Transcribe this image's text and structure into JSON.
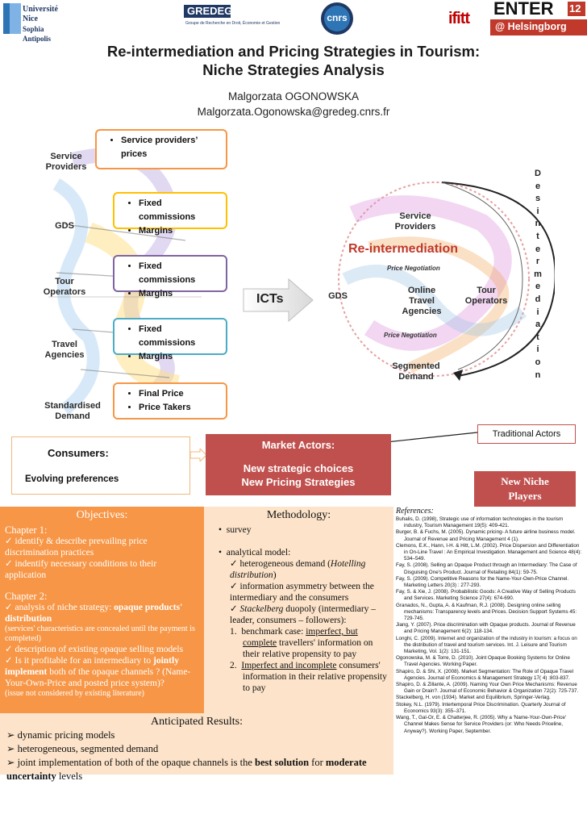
{
  "logos": {
    "unice": [
      "Université",
      "Nice",
      "Sophia Antipolis"
    ],
    "gredeg_name": "GREDEG",
    "gredeg_sub": "Groupe de Recherche en Droit, Économie et Gestion",
    "cnrs": "cnrs",
    "ifitt": "ifitt",
    "enter_word": "ENTER",
    "enter_num": "12",
    "enter_place": "@ Helsingborg"
  },
  "header": {
    "title_line1": "Re-intermediation and Pricing Strategies in Tourism:",
    "title_line2": "Niche Strategies Analysis",
    "author": "Malgorzata OGONOWSKA",
    "email": "Malgorzata.Ogonowska@gredeg.cnrs.fr"
  },
  "left_diagram": {
    "labels": {
      "service": [
        "Service",
        "Providers"
      ],
      "gds": "GDS",
      "tour": [
        "Tour",
        "Operators"
      ],
      "travel": [
        "Travel",
        "Agencies"
      ],
      "standard": [
        "Standardised",
        "Demand"
      ]
    },
    "boxes": [
      {
        "items": [
          "Service providers’ prices"
        ],
        "color": "#f79646"
      },
      {
        "items": [
          "Fixed commissions",
          "Margins"
        ],
        "color": "#ffc000"
      },
      {
        "items": [
          "Fixed commissions",
          "Margins"
        ],
        "color": "#8064a2"
      },
      {
        "items": [
          "Fixed commissions",
          "Margins"
        ],
        "color": "#4bacc6"
      },
      {
        "items": [
          "Final Price",
          "Price Takers"
        ],
        "color": "#f79646"
      }
    ],
    "icts": "ICTs"
  },
  "right_diagram": {
    "vertical_word": [
      "D",
      "e",
      "s",
      "i",
      "n",
      "t",
      "e",
      "r",
      "m",
      "e",
      "d",
      "i",
      "a",
      "t",
      "i",
      "o",
      "n"
    ],
    "service": [
      "Service",
      "Providers"
    ],
    "reint": "Re-intermediation",
    "price_neg1": "Price Negotiation",
    "online": [
      "Online",
      "Travel",
      "Agencies"
    ],
    "gds": "GDS",
    "tour": [
      "Tour",
      "Operators"
    ],
    "price_neg2": "Price Negotiation",
    "segmented": [
      "Segmented",
      "Demand"
    ]
  },
  "banners": {
    "traditional": "Traditional Actors",
    "consumers_title": "Consumers:",
    "consumers_sub": "Evolving preferences",
    "market_title": "Market Actors:",
    "market_line1": "New strategic choices",
    "market_line2": "New Pricing Strategies",
    "niche": [
      "New Niche",
      "Players"
    ]
  },
  "objectives": {
    "heading": "Objectives:",
    "ch1": "Chapter 1:",
    "ch1_i1": "identify & describe prevailing price discrimination practices",
    "ch1_i2": "indentify necessary conditions to their application",
    "ch2": "Chapter 2:",
    "ch2_i1a": "analysis of niche strategy: ",
    "ch2_i1b": "opaque products' distribution",
    "ch2_note": "(services' characteristics are concealed until the payment is completed)",
    "ch2_i2": "description of existing opaque selling models",
    "ch2_i3a": "Is it profitable for an intermediary to ",
    "ch2_i3b": "jointly implement",
    "ch2_i3c": " both of the opaque channels ? (Name-Your-Own-Price and posted price system)?",
    "ch2_note2": "(issue not considered by existing literature)"
  },
  "methodology": {
    "heading": "Methodology:",
    "survey": "survey",
    "model": "analytical model:",
    "m1a": "heterogeneous demand (",
    "m1b": "Hotelling distribution",
    "m1c": ")",
    "m2": "information asymmetry between the intermediary and the consumers",
    "m3a": "Stackelberg",
    "m3b": " duopoly (intermediary – leader, consumers – followers):",
    "c1a": "benchmark case: ",
    "c1b": "imperfect, but complete",
    "c1c": " travellers' information on their relative propensity to pay",
    "c2a": "Imperfect and incomplete",
    "c2b": " consumers' information in their relative propensity to pay"
  },
  "results": {
    "heading": "Anticipated Results:",
    "r1": "dynamic pricing models",
    "r2": "heterogeneous, segmented demand",
    "r3a": "joint implementation of  both of the opaque channels is the ",
    "r3b": "best solution",
    "r3c": " for ",
    "r3d": "moderate uncertainty",
    "r3e": " levels"
  },
  "references": {
    "heading": "References:",
    "items": [
      "Buhalis, D. (1998), Strategic use of information technologies in the tourism industry, Tourism Management 19(5): 409-421.",
      "Burger, B. & Fuchs, M. (2005). Dynamic pricing- A future airline business model. Journal of Revenue and Pricing Management 4 (1).",
      "Clemons, E.K., Hann, I-H. & Hitt, L.M. (2002). Price Dispersion and Differentiation in On-Line Travel : An Empirical Investigation. Management and Science 48(4): 534–549.",
      "Fay, S. (2008). Selling an Opaque Product through an Intermediary: The Case of Disguising One's Product. Journal of Retailing 84(1): 59-75.",
      "Fay, S. (2009). Competitive Reasons for the Name-Your-Own-Price Channel. Marketing Letters 20(3) : 277-293.",
      "Fay, S. & Xie, J. (2008). Probabilistic Goods: A Creative Way of Selling Products and Services. Marketing Science 27(4): 674-690.",
      "Granados, N., Gupta, A. & Kaufman, R.J. (2008). Designing online selling mechanisms: Transparency levels and Prices. Decision Support Systems 45: 729-745.",
      "Jiang, Y. (2007). Price discrimination with Opaque products. Journal of Revenue and Pricing Management 6(2): 118-134.",
      "Longhi, C. (2009). Internet and organization of the industry in tourism: a focus on the distribution of travel and tourism services. Int. J. Leisure and Tourism Marketing, Vol. 1(2): 131-151.",
      "Ogonowska, M. & Torre, D. (2010). Joint Opaque Booking Systems for Online Travel Agencies. Working Paper.",
      "Shapiro, D. & Shi, X. (2008). Market Segmentation: The Role of Opaque Travel Agencies. Journal of Economics & Management Strategy 17( 4) :803-837.",
      "Shapiro, D. & Zillante, A. (2009). Naming Your Own Price Mechanisms: Revenue Gain or Drain?. Journal of Economic Behavior & Organization 72(2): 725-737.",
      "Stackelberg, H. von (1934). Market and Equilibrium, Springer-Verlag.",
      "Stokey, N.L. (1979). Intertemporal Price Discrimination. Quarterly Journal of Economics 93(3): 355–371.",
      "Wang, T., Gal-Or, E. & Chatterjee, R. (2005). Why a 'Name-Your-Own-Price' Channel Makes Sense for Service Providers (or: Who Needs Priceline, Anyway?). Working Paper, September."
    ]
  },
  "colors": {
    "accent_red": "#c0504d",
    "accent_orange": "#f79646",
    "light_orange": "#fce3c9"
  }
}
